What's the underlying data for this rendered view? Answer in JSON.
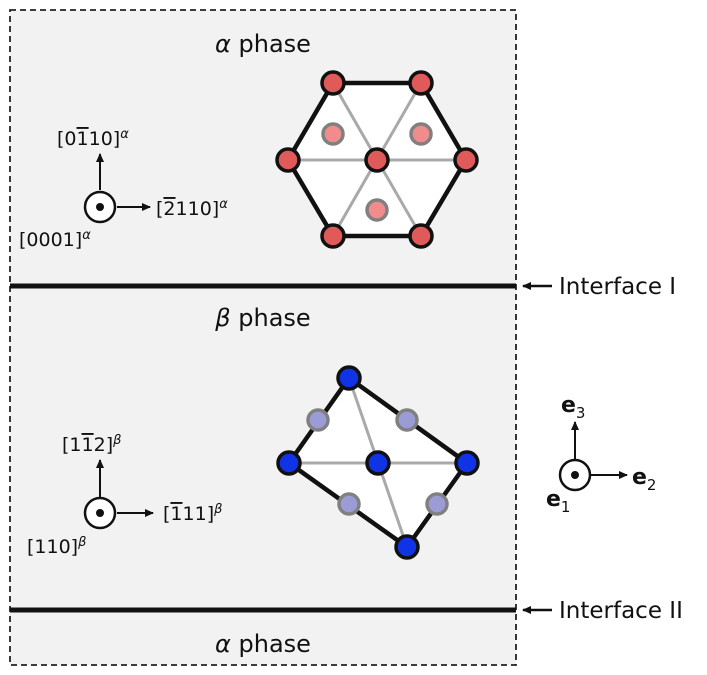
{
  "colors": {
    "background": "#f2f2f2",
    "frame": "#222222",
    "interface_line": "#111111",
    "hex_outline": "#111111",
    "inner_lines": "#a9a9a9",
    "alpha_atom_top": "#e05a5a",
    "alpha_atom_bottom": "#f08c8c",
    "beta_atom_top": "#1133e6",
    "beta_atom_bottom": "#9b9bd6",
    "atom_bottom_stroke": "#808080",
    "cell_fill": "#ffffff"
  },
  "phases": {
    "alpha_top": {
      "greek": "α",
      "word": "phase",
      "axis_up": {
        "main": "[0",
        "bar": "1",
        "rest": "10]",
        "sup": "α"
      },
      "axis_right": {
        "main": "[",
        "bar": "2",
        "rest": "110]",
        "sup": "α"
      },
      "axis_out": {
        "main": "[0001]",
        "sup": "α"
      }
    },
    "beta": {
      "greek": "β",
      "word": "phase",
      "axis_up": {
        "main": "[1",
        "bar": "1",
        "rest": "2]",
        "sup": "β"
      },
      "axis_right": {
        "main": "[",
        "bar": "1",
        "rest": "11]",
        "sup": "β"
      },
      "axis_out": {
        "main": "[110]",
        "sup": "β"
      }
    },
    "alpha_bottom": {
      "greek": "α",
      "word": "phase"
    }
  },
  "interfaces": {
    "one": "Interface I",
    "two": "Interface II"
  },
  "global_axes": {
    "e3": {
      "letter": "e",
      "sub": "3"
    },
    "e2": {
      "letter": "e",
      "sub": "2"
    },
    "e1": {
      "letter": "e",
      "sub": "1"
    }
  },
  "icons": {
    "out_of_plane": "circle-dot-icon",
    "arrow": "arrow-icon"
  }
}
